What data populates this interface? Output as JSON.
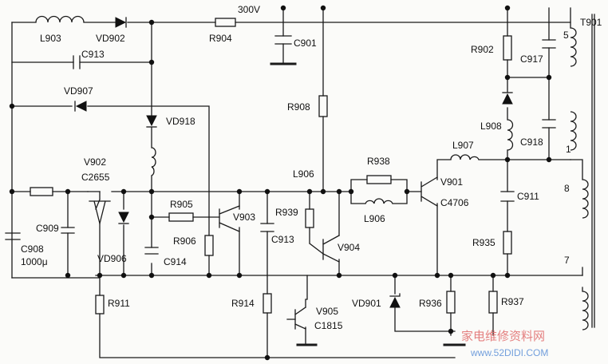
{
  "labels": {
    "v300": "300V",
    "t901": "T901",
    "l903": "L903",
    "vd902": "VD902",
    "r904": "R904",
    "c901": "C901",
    "r902": "R902",
    "c917": "C917",
    "c913_top": "C913",
    "vd907": "VD907",
    "vd918": "VD918",
    "r908": "R908",
    "l908": "L908",
    "c918": "C918",
    "l907": "L907",
    "r938": "R938",
    "v901": "V901",
    "c4706": "C4706",
    "l906_top": "L906",
    "l906_bot": "L906",
    "c911": "C911",
    "v902": "V902",
    "c2655": "C2655",
    "r905": "R905",
    "v903": "V903",
    "r939": "R939",
    "c913_mid": "C913",
    "v904": "V904",
    "c909": "C909",
    "c908": "C908",
    "c908_val": "1000μ",
    "vd906": "VD906",
    "r906": "R906",
    "c914": "C914",
    "r935": "R935",
    "r911": "R911",
    "r914": "R914",
    "v905": "V905",
    "c1815": "C1815",
    "vd901": "VD901",
    "r936": "R936",
    "r937": "R937",
    "pin5": "5",
    "pin1": "1",
    "pin8": "8",
    "pin7": "7"
  },
  "watermark": {
    "text": "家电维修资料网",
    "url": "www.52DIDI.COM"
  },
  "colors": {
    "line": "#1a1a1a",
    "watermark": "#e06a6a",
    "watermark_url": "#5b8fd8"
  }
}
